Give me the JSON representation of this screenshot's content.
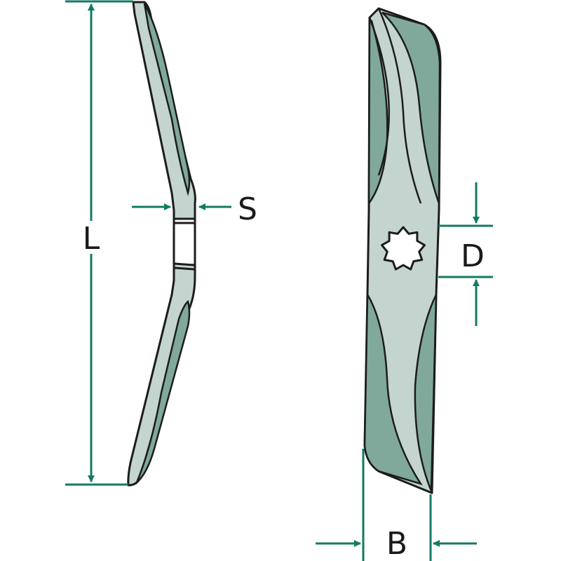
{
  "dimensions": {
    "length_label": "L",
    "thickness_label": "S",
    "hole_diameter_label": "D",
    "width_label": "B"
  },
  "colors": {
    "dimension_green": "#137a63",
    "blade_light": "#c4d4cf",
    "blade_dark": "#80a99b",
    "outline": "#1c1c1c"
  }
}
